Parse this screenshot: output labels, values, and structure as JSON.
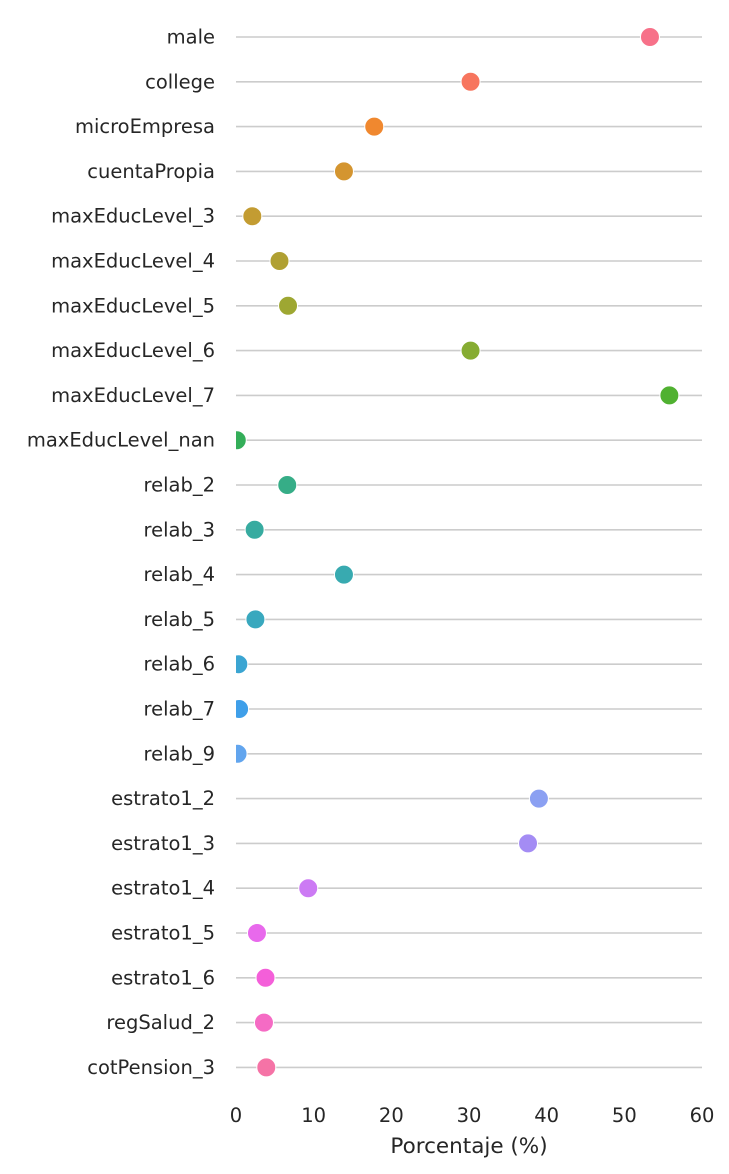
{
  "chart_data": {
    "type": "scatter",
    "orientation": "horizontal-dot-plot",
    "title": "",
    "xlabel": "Porcentaje (%)",
    "ylabel": "",
    "xlim": [
      0,
      60
    ],
    "xticks": [
      0,
      10,
      20,
      30,
      40,
      50,
      60
    ],
    "grid": "horizontal lines per category",
    "legend": "none",
    "categories": [
      "male",
      "college",
      "microEmpresa",
      "cuentaPropia",
      "maxEducLevel_3",
      "maxEducLevel_4",
      "maxEducLevel_5",
      "maxEducLevel_6",
      "maxEducLevel_7",
      "maxEducLevel_nan",
      "relab_2",
      "relab_3",
      "relab_4",
      "relab_5",
      "relab_6",
      "relab_7",
      "relab_9",
      "estrato1_2",
      "estrato1_3",
      "estrato1_4",
      "estrato1_5",
      "estrato1_6",
      "regSalud_2",
      "cotPension_3"
    ],
    "values": [
      53.3,
      30.2,
      17.8,
      13.9,
      2.1,
      5.6,
      6.7,
      30.2,
      55.8,
      0.1,
      6.6,
      2.4,
      13.9,
      2.5,
      0.3,
      0.4,
      0.2,
      39.0,
      37.6,
      9.3,
      2.7,
      3.8,
      3.6,
      3.9
    ],
    "colors": [
      "#f77189",
      "#f7755e",
      "#f0882f",
      "#d49530",
      "#c39c32",
      "#b0a032",
      "#9ea732",
      "#86ac32",
      "#50b131",
      "#34ae59",
      "#36ad87",
      "#37aba0",
      "#38aab0",
      "#39a8be",
      "#3ba5d2",
      "#3f9fe9",
      "#62a5ee",
      "#8ba0f2",
      "#a48cf4",
      "#cc7af4",
      "#e869ec",
      "#f45fd9",
      "#f56bc4",
      "#f573a6"
    ]
  }
}
